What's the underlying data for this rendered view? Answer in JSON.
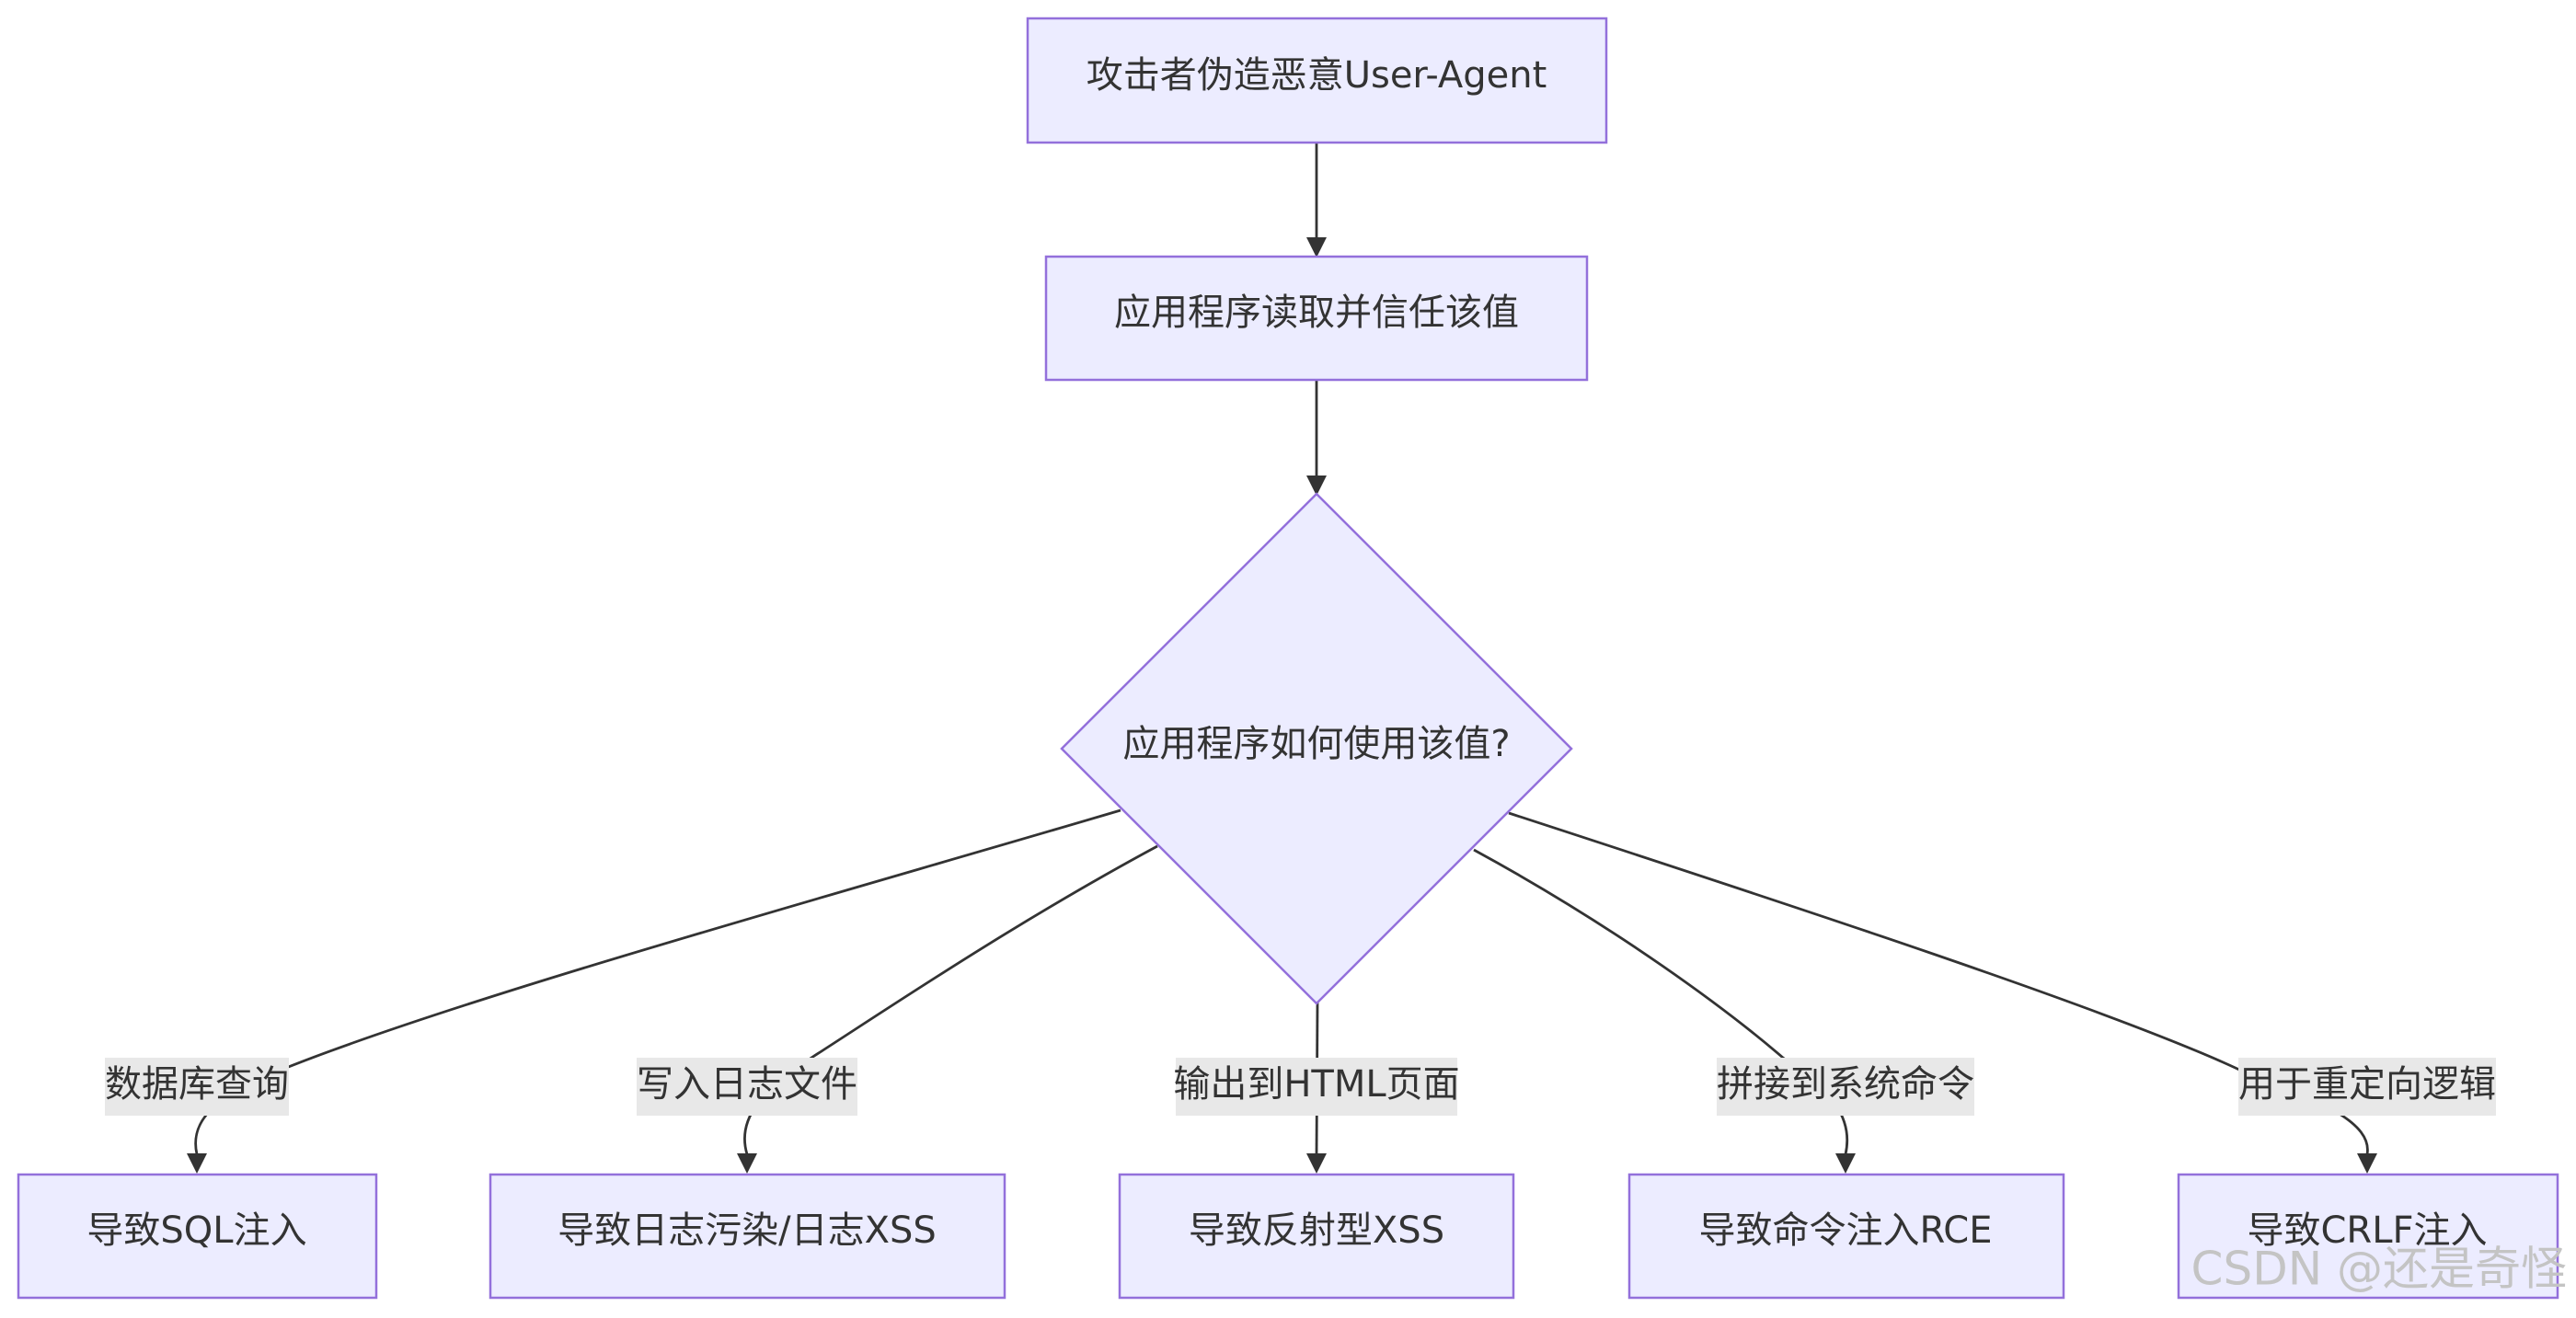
{
  "nodes": {
    "start": "攻击者伪造恶意User-Agent",
    "read": "应用程序读取并信任该值",
    "decision": "应用程序如何使用该值?",
    "sql": "导致SQL注入",
    "log": "导致日志污染/日志XSS",
    "xss": "导致反射型XSS",
    "rce": "导致命令注入RCE",
    "crlf": "导致CRLF注入"
  },
  "edge_labels": {
    "sql": "数据库查询",
    "log": "写入日志文件",
    "xss": "输出到HTML页面",
    "rce": "拼接到系统命令",
    "crlf": "用于重定向逻辑"
  },
  "watermark": "CSDN @还是奇怪",
  "colors": {
    "node_fill": "#ececff",
    "node_stroke": "#9370db",
    "edge": "#333333",
    "label_bg": "#e8e8e8"
  }
}
